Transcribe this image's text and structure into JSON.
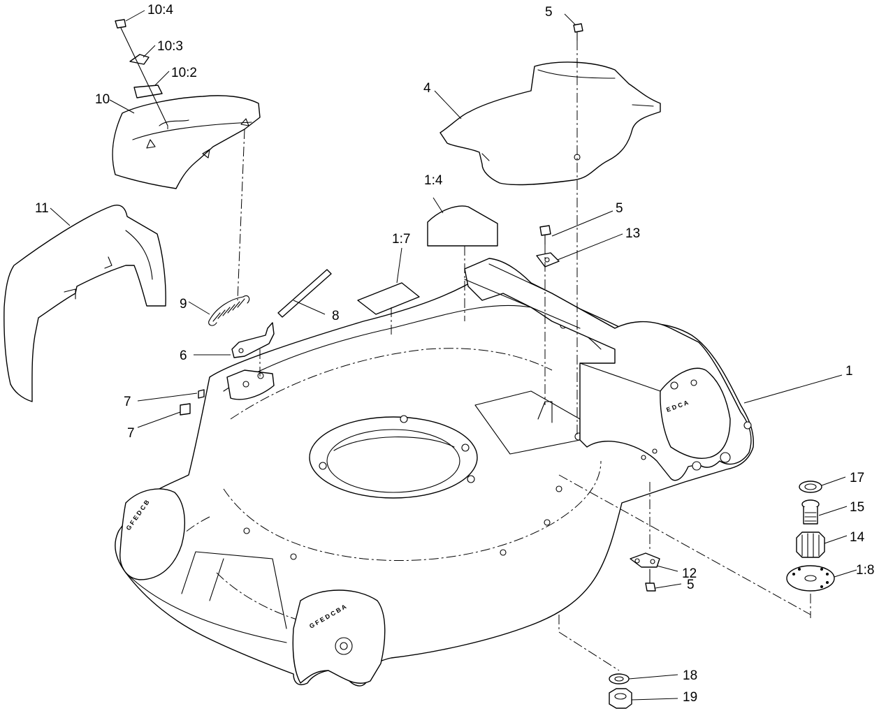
{
  "callouts": [
    {
      "id": "c-10-4",
      "text": "10:4"
    },
    {
      "id": "c-10-3",
      "text": "10:3"
    },
    {
      "id": "c-10-2",
      "text": "10:2"
    },
    {
      "id": "c-10",
      "text": "10"
    },
    {
      "id": "c-11",
      "text": "11"
    },
    {
      "id": "c-9",
      "text": "9"
    },
    {
      "id": "c-8",
      "text": "8"
    },
    {
      "id": "c-6",
      "text": "6"
    },
    {
      "id": "c-7a",
      "text": "7"
    },
    {
      "id": "c-7b",
      "text": "7"
    },
    {
      "id": "c-1-7",
      "text": "1:7"
    },
    {
      "id": "c-1-4",
      "text": "1:4"
    },
    {
      "id": "c-4",
      "text": "4"
    },
    {
      "id": "c-5a",
      "text": "5"
    },
    {
      "id": "c-5b",
      "text": "5"
    },
    {
      "id": "c-13",
      "text": "13"
    },
    {
      "id": "c-1",
      "text": "1"
    },
    {
      "id": "c-17",
      "text": "17"
    },
    {
      "id": "c-15",
      "text": "15"
    },
    {
      "id": "c-14",
      "text": "14"
    },
    {
      "id": "c-1-8",
      "text": "1:8"
    },
    {
      "id": "c-12",
      "text": "12"
    },
    {
      "id": "c-5c",
      "text": "5"
    },
    {
      "id": "c-18",
      "text": "18"
    },
    {
      "id": "c-19",
      "text": "19"
    }
  ],
  "markings": {
    "side_right": "E D C A",
    "front_left": "G F E D C B",
    "rear_left": "G F E D C B A"
  }
}
